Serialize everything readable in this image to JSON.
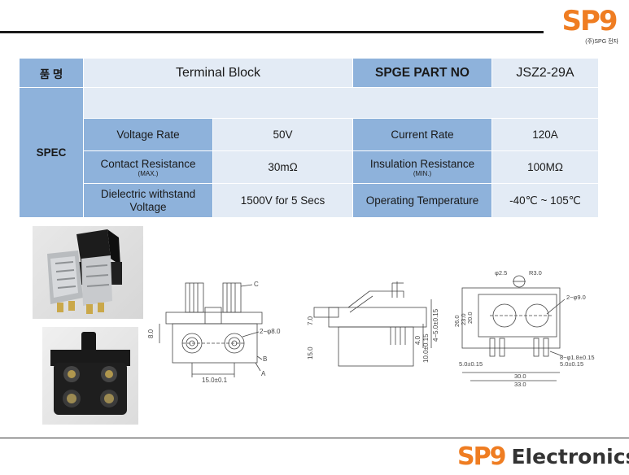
{
  "branding": {
    "logo_mark": "SP9",
    "logo_sub": "(주)SPG 전자",
    "footer_mark": "SP9",
    "footer_word": "Electronics",
    "brand_color": "#ef7d22"
  },
  "header_row": {
    "name_label": "품  명",
    "name_value": "Terminal Block",
    "part_label": "SPGE PART NO",
    "part_value": "JSZ2-29A"
  },
  "spec": {
    "label": "SPEC",
    "rows": [
      {
        "left_label": "Voltage Rate",
        "left_note": "",
        "left_value": "50V",
        "right_label": "Current Rate",
        "right_note": "",
        "right_value": "120A"
      },
      {
        "left_label": "Contact Resistance",
        "left_note": "(MAX.)",
        "left_value": "30mΩ",
        "right_label": "Insulation Resistance",
        "right_note": "(MIN.)",
        "right_value": "100MΩ"
      },
      {
        "left_label": "Dielectric withstand Voltage",
        "left_note": "",
        "left_value": "1500V for 5 Secs",
        "right_label": "Operating Temperature",
        "right_note": "",
        "right_value": "-40℃ ~ 105℃"
      }
    ]
  },
  "drawing_front": {
    "label_c": "C",
    "label_hole": "2−φ8.0",
    "label_b": "B",
    "label_a": "A",
    "dim_height": "8.0",
    "dim_pitch": "15.0±0.1"
  },
  "drawing_side": {
    "dim_a": "7.0",
    "dim_b": "15.0",
    "dim_c": "4.0",
    "dim_d": "10.0±0.15",
    "dim_e": "4−5.0±0.15"
  },
  "drawing_top": {
    "dim_hole_small": "φ2.5",
    "dim_r": "R3.0",
    "dim_holes": "2−φ9.0",
    "dim_h1": "26.0",
    "dim_h2": "23.0",
    "dim_h3": "20.0",
    "dim_pin": "8−φ1.8±0.15",
    "dim_pin_pitch": "5.0±0.15",
    "dim_left": "5.0±0.15",
    "dim_w1": "30.0",
    "dim_w2": "33.0"
  }
}
